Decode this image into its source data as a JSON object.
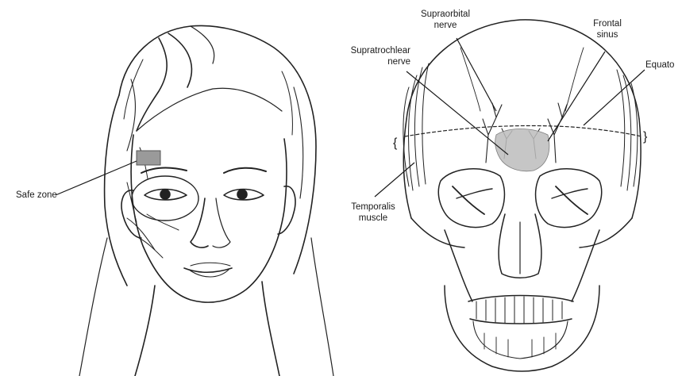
{
  "labels": {
    "safe_zone": "Safe zone",
    "supraorbital_nerve": [
      "Supraorbital",
      "nerve"
    ],
    "supratrochlear_nerve": [
      "Supratrochlear",
      "nerve"
    ],
    "frontal_sinus": [
      "Frontal",
      "sinus"
    ],
    "equator": "Equato",
    "temporalis_muscle": [
      "Temporalis",
      "muscle"
    ],
    "left_brace": "{",
    "right_brace": "}"
  },
  "colors": {
    "ink": "#1a1a1a",
    "safe_zone_fill": "#9a9a9a",
    "sinus_shade": "#bdbdbd"
  }
}
